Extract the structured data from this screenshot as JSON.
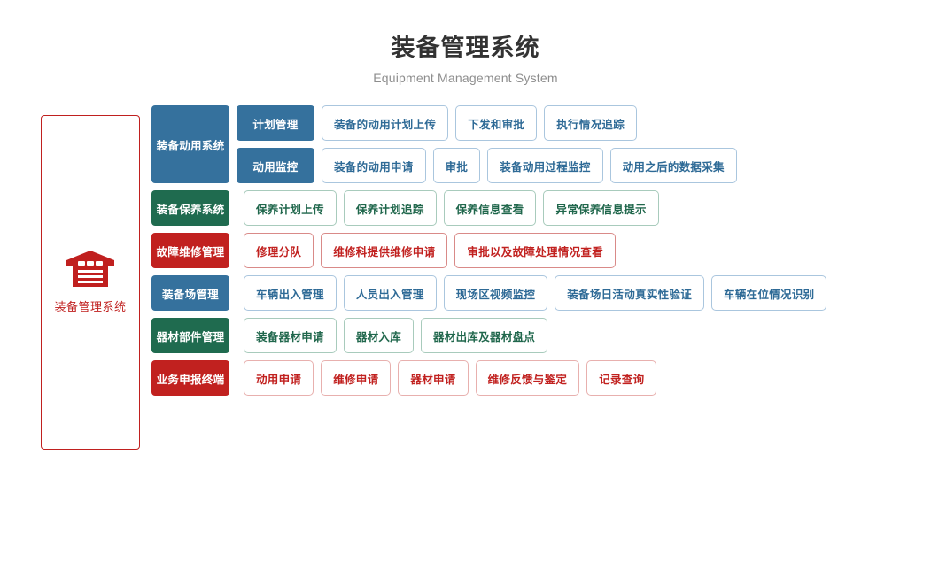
{
  "header": {
    "title": "装备管理系统",
    "subtitle": "Equipment Management System"
  },
  "root": {
    "label": "装备管理系统",
    "icon": "warehouse-icon",
    "border_color": "#c0201f",
    "text_color": "#c0201f"
  },
  "colors": {
    "blue": "#35719d",
    "green": "#1f6b4f",
    "red": "#c1211f",
    "blue_border": "#aac6de",
    "green_border": "#a8cbbc",
    "red_border": "#e8b0ae"
  },
  "rows": [
    {
      "category": "装备动用系统",
      "theme": "blue",
      "subgroups": [
        {
          "label": "计划管理",
          "leaves": [
            "装备的动用计划上传",
            "下发和审批",
            "执行情况追踪"
          ]
        },
        {
          "label": "动用监控",
          "leaves": [
            "装备的动用申请",
            "审批",
            "装备动用过程监控",
            "动用之后的数据采集"
          ]
        }
      ]
    },
    {
      "category": "装备保养系统",
      "theme": "green",
      "subgroups": [
        {
          "label": null,
          "leaves": [
            "保养计划上传",
            "保养计划追踪",
            "保养信息查看",
            "异常保养信息提示"
          ]
        }
      ]
    },
    {
      "category": "故障维修管理",
      "theme": "red",
      "subgroups": [
        {
          "label": null,
          "leaves": [
            "修理分队",
            "维修科提供维修申请",
            "审批以及故障处理情况查看"
          ]
        }
      ]
    },
    {
      "category": "装备场管理",
      "theme": "blue",
      "subgroups": [
        {
          "label": null,
          "leaves": [
            "车辆出入管理",
            "人员出入管理",
            "现场区视频监控",
            "装备场日活动真实性验证",
            "车辆在位情况识别"
          ]
        }
      ]
    },
    {
      "category": "器材部件管理",
      "theme": "green",
      "subgroups": [
        {
          "label": null,
          "leaves": [
            "装备器材申请",
            "器材入库",
            "器材出库及器材盘点"
          ]
        }
      ]
    },
    {
      "category": "业务申报终端",
      "theme": "red",
      "subgroups": [
        {
          "label": null,
          "leaves": [
            "动用申请",
            "维修申请",
            "器材申请",
            "维修反馈与鉴定",
            "记录查询"
          ]
        }
      ]
    }
  ]
}
